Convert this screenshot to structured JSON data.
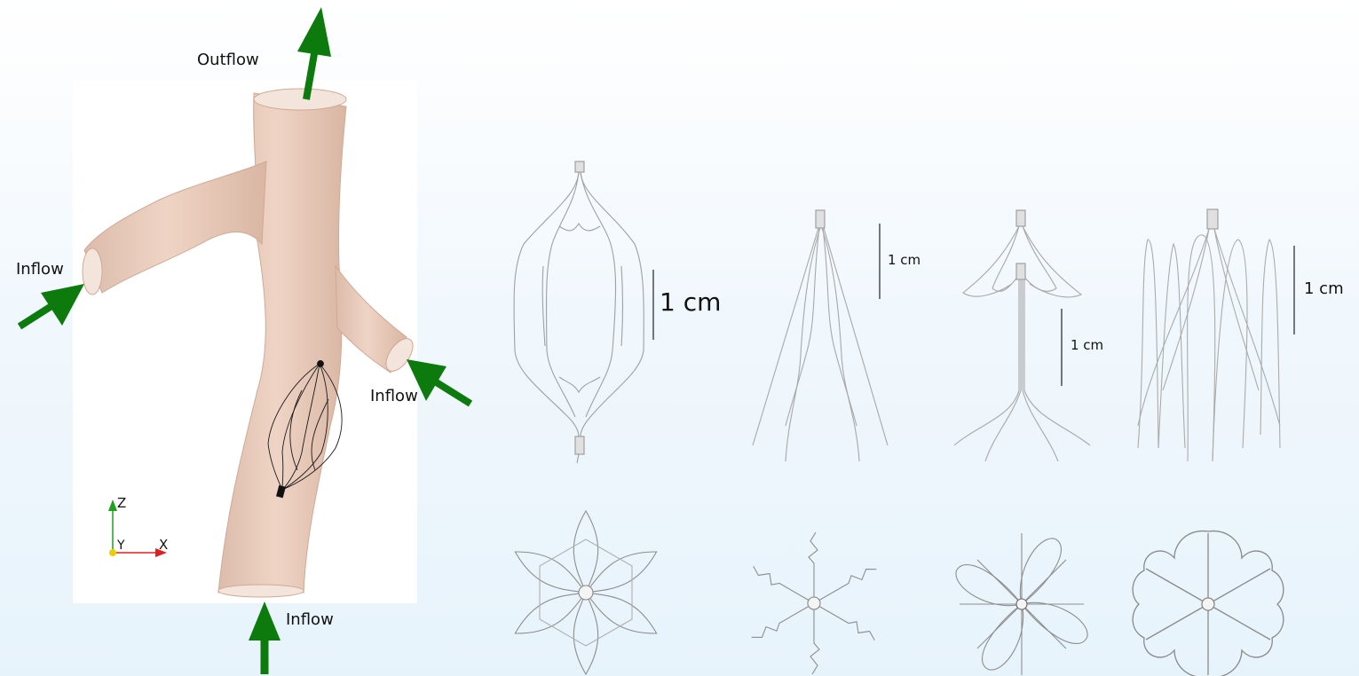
{
  "labels": {
    "outflow": "Outflow",
    "inflow_left": "Inflow",
    "inflow_right": "Inflow",
    "inflow_bottom": "Inflow"
  },
  "axes": {
    "z": "Z",
    "y": "Y",
    "x": "X"
  },
  "scale_bars": {
    "filter1": "1 cm",
    "filter2": "1 cm",
    "filter3": "1 cm",
    "filter4": "1 cm"
  },
  "colors": {
    "vessel": "#eccfbf",
    "vessel_shade": "#d8b3a0",
    "arrow": "#0d7a0d",
    "wire": "#9a9a9a",
    "axis_x": "#e02020",
    "axis_z": "#1fa01f",
    "axis_y": "#e8d000"
  }
}
